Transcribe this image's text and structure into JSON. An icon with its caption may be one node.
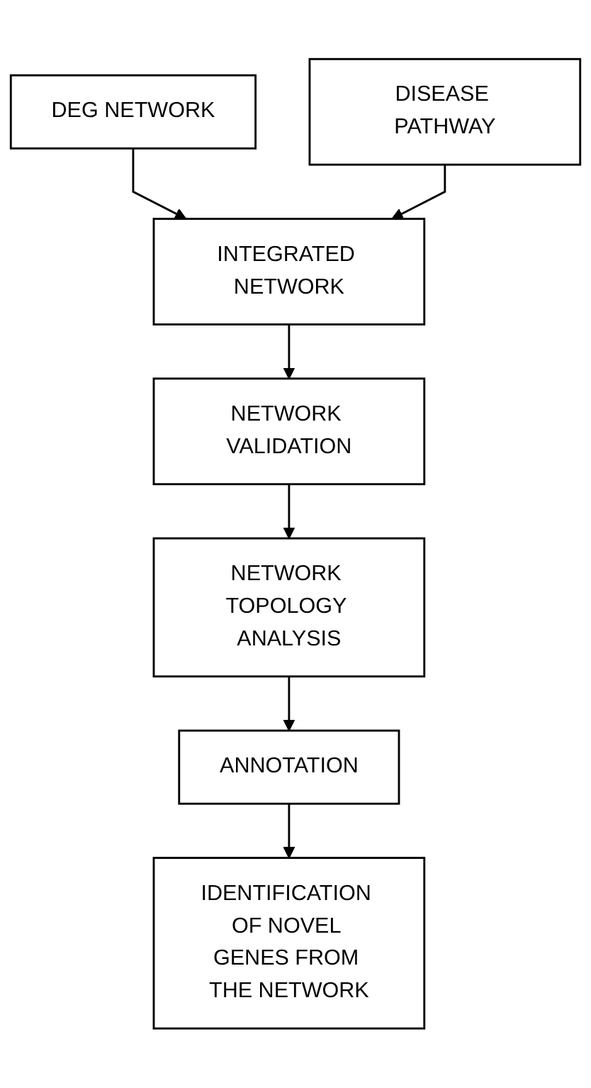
{
  "diagram": {
    "nodes": [
      {
        "text": [
          "DEG NETWORK"
        ]
      },
      {
        "text": [
          "DISEASE PATHWAY"
        ]
      },
      {
        "text": [
          "INTEGRATED NETWORK"
        ]
      },
      {
        "text": [
          "NETWORK VALIDATION"
        ]
      },
      {
        "text": [
          "NETWORK TOPOLOGY ANALYSIS"
        ]
      },
      {
        "text": [
          "ANNOTATION"
        ]
      },
      {
        "text": [
          "IDENTIFICATION OF NOVEL GENES FROM THE NETWORK"
        ]
      }
    ],
    "edges": [
      {
        "from": 0,
        "to": 2,
        "arrow": "to"
      },
      {
        "from": 1,
        "to": 2,
        "arrow": "to"
      },
      {
        "from": 2,
        "to": 3,
        "arrow": "to"
      },
      {
        "from": 3,
        "to": 4,
        "arrow": "to"
      },
      {
        "from": 4,
        "to": 5,
        "arrow": "to"
      },
      {
        "from": 5,
        "to": 6,
        "arrow": "to"
      }
    ]
  }
}
